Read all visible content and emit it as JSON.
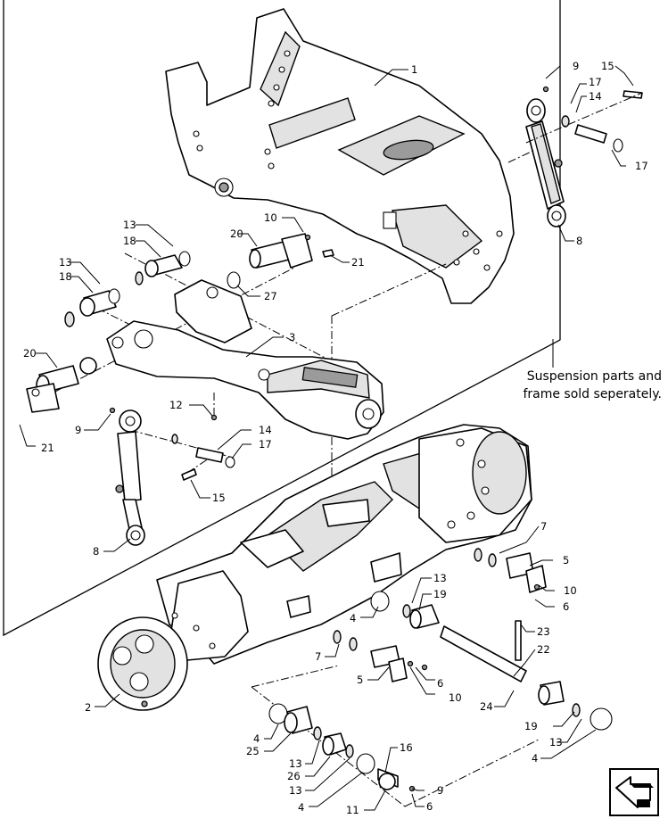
{
  "note": {
    "line1": "Suspension parts and",
    "line2": "frame sold seperately."
  },
  "nav_icon": "back-arrow-icon",
  "callouts": {
    "c1": "1",
    "c2": "2",
    "c3": "3",
    "c4a": "4",
    "c4b": "4",
    "c4c": "4",
    "c4d": "4",
    "c5a": "5",
    "c5b": "5",
    "c6a": "6",
    "c6b": "6",
    "c6c": "6",
    "c7a": "7",
    "c7b": "7",
    "c8a": "8",
    "c8b": "8",
    "c9a": "9",
    "c9b": "9",
    "c9c": "9",
    "c10a": "10",
    "c10b": "10",
    "c10c": "10",
    "c11": "11",
    "c12": "12",
    "c13a": "13",
    "c13b": "13",
    "c13c": "13",
    "c13d": "13",
    "c13e": "13",
    "c13f": "13",
    "c14a": "14",
    "c14b": "14",
    "c15a": "15",
    "c15b": "15",
    "c16": "16",
    "c17a": "17",
    "c17b": "17",
    "c17c": "17",
    "c18a": "18",
    "c18b": "18",
    "c19a": "19",
    "c19b": "19",
    "c20a": "20",
    "c20b": "20",
    "c21a": "21",
    "c21b": "21",
    "c22": "22",
    "c23": "23",
    "c24": "24",
    "c25": "25",
    "c26": "26",
    "c27": "27"
  }
}
